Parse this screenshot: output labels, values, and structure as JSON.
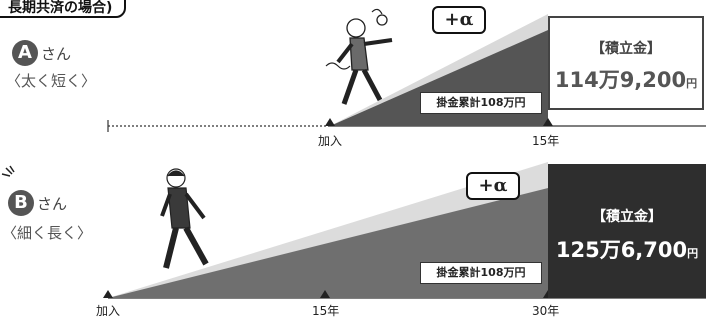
{
  "header": {
    "title": "長期共済の場合)"
  },
  "person_a": {
    "letter": "A",
    "san": "さん",
    "desc": "〈太く短く〉",
    "alpha": "+α",
    "paid_tag": "掛金累計108万円",
    "join_label": "加入",
    "end_label": "15年",
    "result_title": "【積立金】",
    "result_amount": "114万9,200",
    "result_unit": "円"
  },
  "person_b": {
    "letter": "B",
    "san": "さん",
    "desc": "〈細く長く〉",
    "alpha": "+α",
    "paid_tag": "掛金累計108万円",
    "join_label": "加入",
    "mid_label": "15年",
    "end_label": "30年",
    "result_title": "【積立金】",
    "result_amount": "125万6,700",
    "result_unit": "円"
  },
  "colors": {
    "dark": "#2e2e2e",
    "mid": "#6f6f6f",
    "light": "#d4d4d4"
  }
}
